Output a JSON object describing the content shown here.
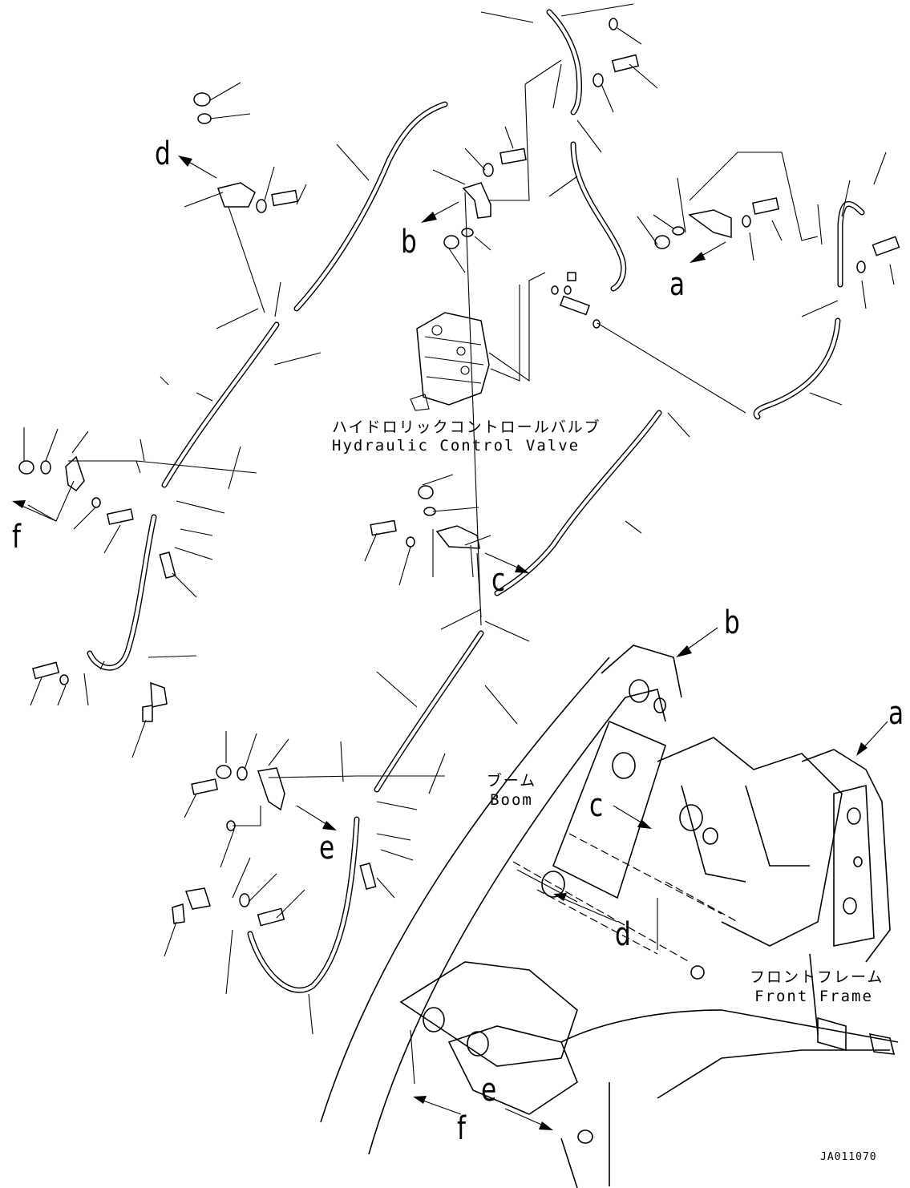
{
  "diagram": {
    "valve_caption_jp": "ハイドロリックコントロールバルブ",
    "valve_caption_en": "Hydraulic Control Valve",
    "boom_caption_jp": "ブーム",
    "boom_caption_en": "Boom",
    "frame_caption_jp": "フロントフレーム",
    "frame_caption_en": "Front Frame",
    "drawing_code": "JA011070",
    "view_letters": {
      "a": "a",
      "b": "b",
      "c": "c",
      "d": "d",
      "e": "e",
      "f": "f"
    }
  }
}
